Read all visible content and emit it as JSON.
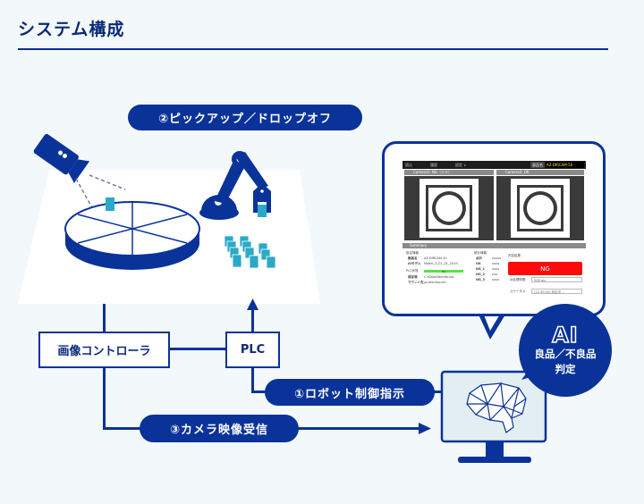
{
  "page": {
    "title": "システム構成"
  },
  "labels": {
    "pickup": "②ピックアップ／ドロップオフ",
    "robot_control": "①ロボット制御指示",
    "camera_receive": "③カメラ映像受信",
    "image_controller": "画像コントローラ",
    "plc": "PLC"
  },
  "ai_badge": {
    "title": "AI",
    "line1": "良品／不良品",
    "line2": "判定"
  },
  "dashboard": {
    "menu": [
      "読込",
      "履歴",
      "設定 ∨"
    ],
    "part_label": "部品名",
    "part_value": "AZ-DIRCAM-50",
    "camera1_header": "Camera1: NG（２０）",
    "camera2_header": "Camera2: OK",
    "summary_header": "Summary",
    "left_section1": "設定情報",
    "rows1": [
      {
        "k": "部品名",
        "v": "AZ-DIRCAM-30"
      },
      {
        "k": "AIモデル",
        "v": "Model_3_01_01_2019"
      }
    ],
    "left_section2": "PLC状態",
    "progress_label": "OK",
    "progress": 1.0,
    "rows2": [
      {
        "k": "保存場",
        "v": "C:\\Data\\Results.log"
      },
      {
        "k": "マウント先",
        "v": "/public/mount"
      }
    ],
    "mid_section": "統計情報",
    "stats": [
      {
        "k": "合計",
        "v": "xxxxx"
      },
      {
        "k": "OK",
        "v": "xxxx"
      },
      {
        "k": "NG_1",
        "v": "xxxx"
      },
      {
        "k": "NG_2",
        "v": "xxx"
      },
      {
        "k": "NG_3",
        "v": "xxxx"
      }
    ],
    "right_section": "判定結果",
    "result": "NG",
    "ai_time_label": "AI処理時間",
    "ai_time_value": "508 ms",
    "status_label": "ステータス",
    "status_value": "[12:30:20] 判定中 ...",
    "colors": {
      "ng": "#ff0a0a",
      "progress": "#5be04a",
      "part_value": "#f5e400"
    }
  },
  "colors": {
    "primary": "#0a3399",
    "accent_parts": "#2aa9c9",
    "background": "#f3f8fb"
  }
}
